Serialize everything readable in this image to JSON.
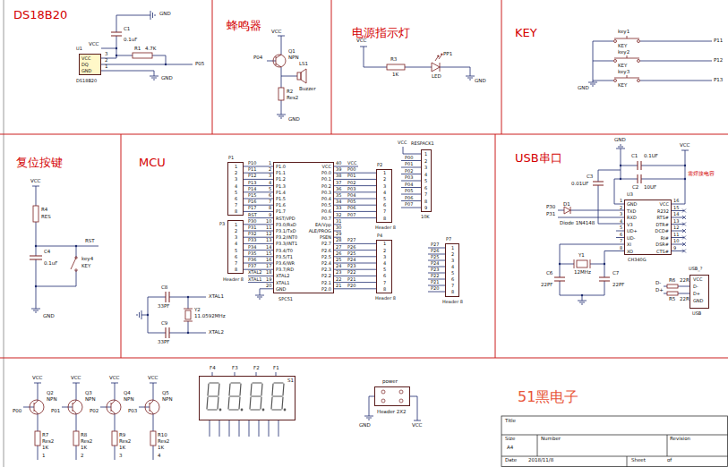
{
  "diagram": {
    "nodes": [
      {
        "text": [
          "DS18B20"
        ]
      },
      {
        "text": [
          "蜂鸣器"
        ]
      },
      {
        "text": [
          "电源指示灯"
        ]
      },
      {
        "text": [
          "KEY"
        ]
      },
      {
        "text": [
          "复位按键"
        ]
      },
      {
        "text": [
          "MCU"
        ]
      },
      {
        "text": [
          "USB串口"
        ]
      },
      {
        "text": [
          "U1",
          "VCC",
          "DQ",
          "GND",
          "DS18B20"
        ],
        "in": 0
      },
      {
        "text": [
          "P1",
          "1",
          "2",
          "3",
          "4",
          "5",
          "6",
          "7",
          "8"
        ],
        "in": 5
      },
      {
        "text": [
          "P3",
          "1",
          "2",
          "3",
          "4",
          "5",
          "6",
          "7",
          "8",
          "Header 8"
        ],
        "in": 5
      },
      {
        "text": [
          "P1.0",
          "P1.1",
          "P1.2",
          "P1.3",
          "P1.4",
          "P1.5",
          "P1.6",
          "P1.7",
          "RST/VPD",
          "P3.0/RxD",
          "P3.1/TxD",
          "P3.2/INT0",
          "P3.3/INT1",
          "P3.4/T0",
          "P3.5/T1",
          "P3.6/WR",
          "P3.7/RD",
          "XTAL2",
          "XTAL1",
          "GND",
          "VCC",
          "P0.0",
          "P0.1",
          "P0.2",
          "P0.3",
          "P0.4",
          "P0.5",
          "P0.6",
          "P0.7",
          "EA/Vpp",
          "ALE/PROG",
          "PSEN",
          "P2.7",
          "P2.6",
          "P2.5",
          "P2.4",
          "P2.3",
          "P2.2",
          "P2.1",
          "P2.0",
          "SPC51"
        ],
        "in": 5
      },
      {
        "text": [
          "P2",
          "1",
          "2",
          "3",
          "4",
          "5",
          "6",
          "7",
          "8",
          "Header 8"
        ],
        "in": 5
      },
      {
        "text": [
          "P4",
          "1",
          "2",
          "3",
          "4",
          "5",
          "6",
          "7",
          "8",
          "Header 8"
        ],
        "in": 5
      },
      {
        "text": [
          "RESPACK1",
          "1",
          "2",
          "3",
          "4",
          "5",
          "6",
          "7",
          "8",
          "9",
          "10K"
        ],
        "in": 5
      },
      {
        "text": [
          "P7",
          "1",
          "2",
          "3",
          "4",
          "5",
          "6",
          "7",
          "8",
          "Header 8"
        ],
        "in": 5
      },
      {
        "text": [
          "U3",
          "GND",
          "TXD",
          "RXD",
          "V3",
          "UD+",
          "UD-",
          "XI",
          "XO",
          "VCC",
          "R232",
          "RTS#",
          "DTR#",
          "DCD#",
          "RI#",
          "DSR#",
          "CTS#",
          "CH340G"
        ],
        "in": 6
      },
      {
        "text": [
          "USB_?",
          "VCC",
          "D-",
          "D+",
          "GND",
          "USB"
        ],
        "in": 6
      },
      {
        "text": [
          "S1"
        ]
      },
      {
        "text": [
          "power",
          "Header 2X2"
        ]
      }
    ],
    "edges": [
      {
        "from": 8,
        "to": 10,
        "arrow": "none"
      },
      {
        "from": 9,
        "to": 10,
        "arrow": "none"
      },
      {
        "from": 10,
        "to": 11,
        "arrow": "none"
      },
      {
        "from": 10,
        "to": 12,
        "arrow": "none"
      }
    ],
    "labels": [
      "C1",
      "0.1uF",
      "GND",
      "VCC",
      "R1",
      "4.7K",
      "3",
      "2",
      "1",
      "P05",
      "GND",
      "VCC",
      "P04",
      "Q1",
      "NPN",
      "LS1",
      "Buzzer",
      "R2",
      "Res2",
      "GND",
      "VCC",
      "R3",
      "1K",
      "PP1",
      "LED",
      "GND",
      "key1",
      "KEY",
      "key2",
      "KEY",
      "key3",
      "KEY",
      "P11",
      "P12",
      "P13",
      "GND",
      "VCC",
      "R4",
      "RES",
      "RST",
      "C4",
      "0.1uF",
      "key4",
      "KEY",
      "GND",
      "P10",
      "P11",
      "P12",
      "P13",
      "P14",
      "P15",
      "P16",
      "P17",
      "RST",
      "P30",
      "P31",
      "P32",
      "P33",
      "P34",
      "P35",
      "P36",
      "P37",
      "XTAL2",
      "XTAL1",
      "1",
      "2",
      "3",
      "4",
      "5",
      "6",
      "7",
      "8",
      "9",
      "10",
      "11",
      "12",
      "13",
      "14",
      "15",
      "16",
      "17",
      "18",
      "19",
      "20",
      "40",
      "39",
      "38",
      "37",
      "36",
      "35",
      "34",
      "33",
      "32",
      "31",
      "30",
      "29",
      "28",
      "27",
      "26",
      "25",
      "24",
      "23",
      "22",
      "21",
      "VCC",
      "P00",
      "P01",
      "P02",
      "P03",
      "P04",
      "P05",
      "P06",
      "P07",
      "P27",
      "P26",
      "P25",
      "P24",
      "P23",
      "P22",
      "P21",
      "P20",
      "VCC",
      "P00",
      "P01",
      "P02",
      "P03",
      "P04",
      "P05",
      "P06",
      "P07",
      "P27",
      "P26",
      "P25",
      "P24",
      "P23",
      "P22",
      "P21",
      "P20",
      "C8",
      "33PF",
      "Y2",
      "11.0592MHz",
      "XTAL1",
      "C9",
      "33PF",
      "XTAL2",
      "GND",
      "C1",
      "0.1UF",
      "C2",
      "10UF",
      "VCC",
      "需焊接电容",
      "C3",
      "0.01UF",
      "D1",
      "P30",
      "P31",
      "Diode 1N4148",
      "1",
      "2",
      "3",
      "4",
      "5",
      "6",
      "7",
      "8",
      "16",
      "15",
      "14",
      "13",
      "12",
      "11",
      "10",
      "9",
      "Y1",
      "12MHz",
      "C6",
      "22PF",
      "C7",
      "22PF",
      "D+",
      "R5",
      "22R",
      "D-",
      "R6",
      "22R",
      "VCC",
      "P00",
      "Q2",
      "NPN",
      "R7",
      "Res2",
      "1K",
      "1",
      "VCC",
      "P01",
      "Q3",
      "NPN",
      "R8",
      "Res2",
      "1K",
      "2",
      "VCC",
      "P02",
      "Q4",
      "NPN",
      "R9",
      "Res2",
      "1K",
      "3",
      "VCC",
      "P03",
      "Q5",
      "NPN",
      "R10",
      "Res2",
      "1K",
      "4",
      "F4",
      "F3",
      "F2",
      "F1",
      "GND",
      "VCC",
      "51黑电子",
      "Title",
      "Size",
      "Number",
      "Revision",
      "A4",
      "Date",
      "2018/11/8",
      "Sheet",
      "of"
    ]
  }
}
